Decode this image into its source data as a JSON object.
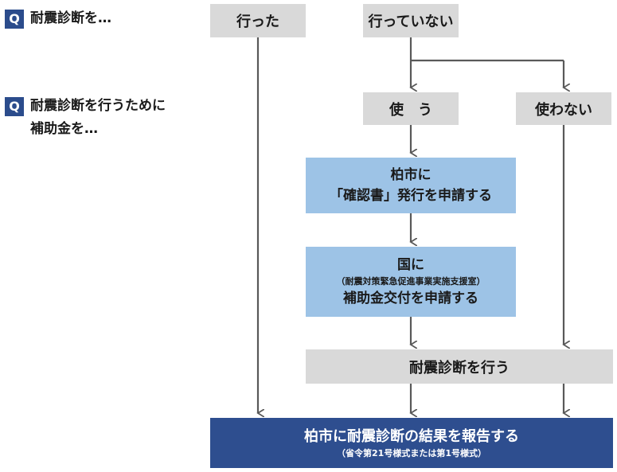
{
  "questions": {
    "q1": {
      "badge": "Q",
      "text": "耐震診断を…"
    },
    "q2": {
      "badge": "Q",
      "line1": "耐震診断を行うために",
      "line2": "補助金を…"
    }
  },
  "boxes": {
    "done": "行った",
    "not_done": "行っていない",
    "use": "使　う",
    "not_use": "使わない",
    "confirm": {
      "line1": "柏市に",
      "line2": "「確認書」発行を申請する"
    },
    "national": {
      "line1": "国に",
      "line2": "（耐震対策緊急促進事業実施支援室）",
      "line3": "補助金交付を申請する"
    },
    "diagnose": "耐震診断を行う",
    "report": {
      "line1": "柏市に耐震診断の結果を報告する",
      "line2": "（省令第21号様式または第1号様式）"
    }
  },
  "colors": {
    "badge": "#2b4c8c",
    "gray_box": "#d9d9d9",
    "blue_box": "#9dc3e6",
    "navy_box": "#2e4e8f",
    "arrow": "#595959"
  }
}
